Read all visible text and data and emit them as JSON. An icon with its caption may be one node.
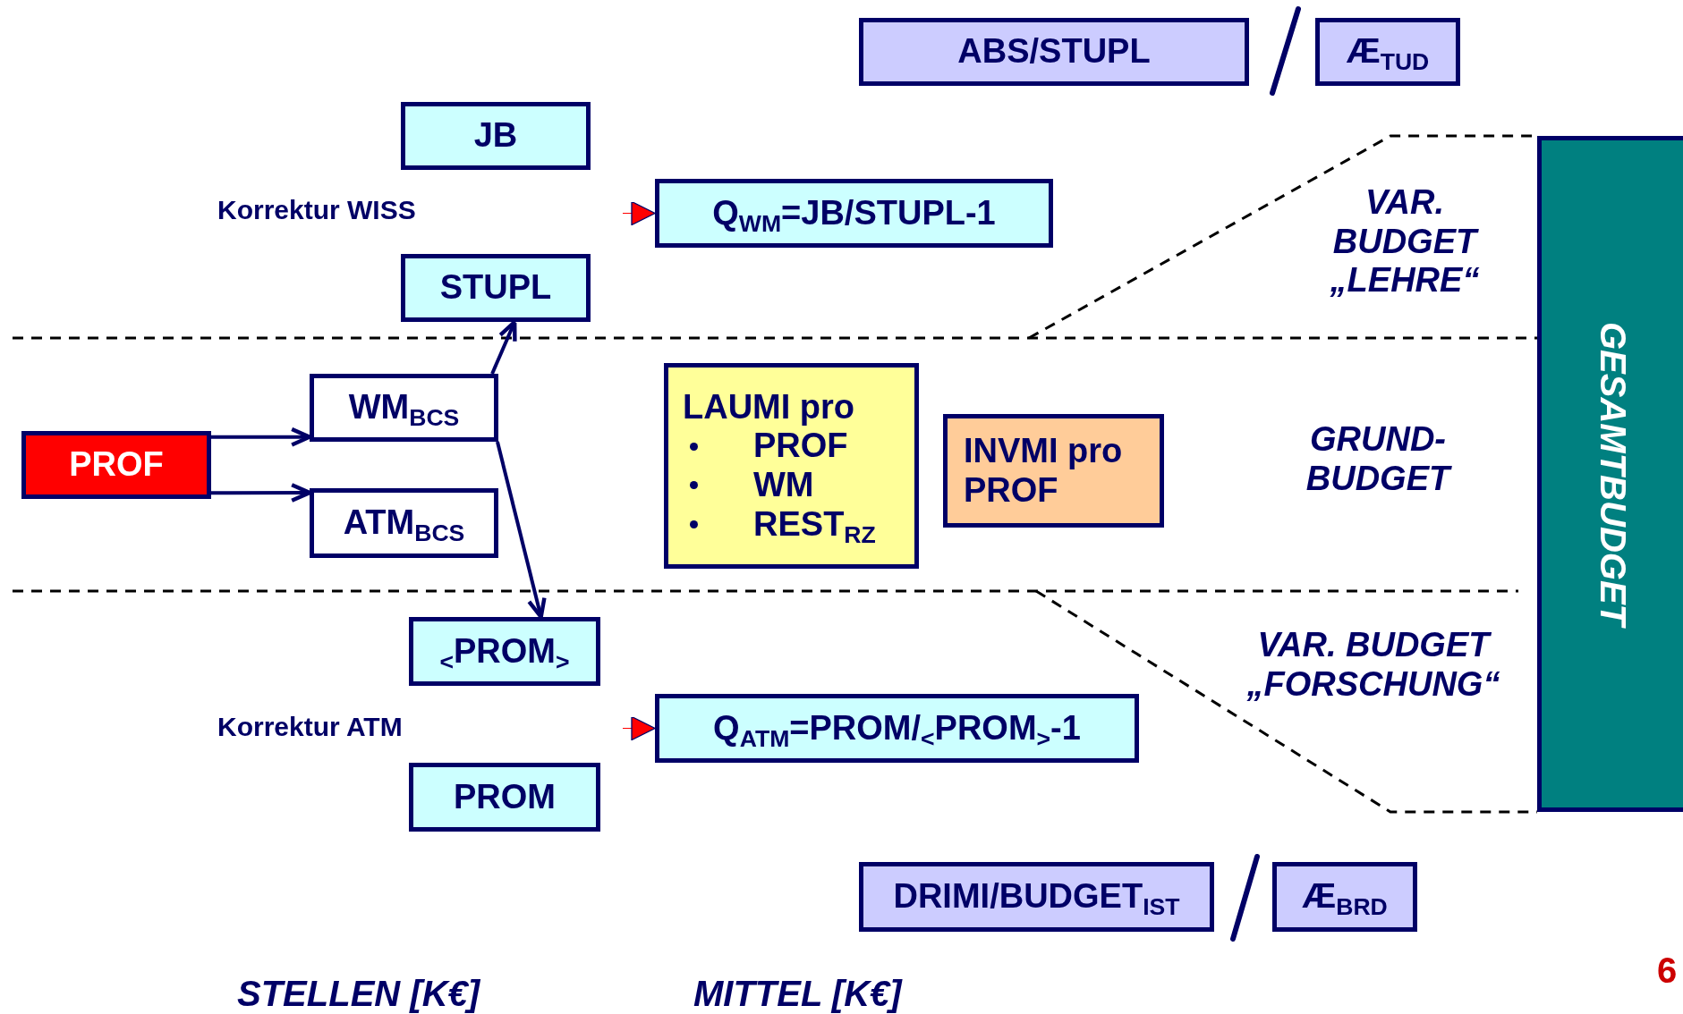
{
  "diagram": {
    "nodes": [
      {
        "text": [
          "ABS/STUPL"
        ]
      },
      {
        "text": [
          "Æ$_{TUD}$"
        ]
      },
      {
        "text": [
          "JB"
        ]
      },
      {
        "text": [
          "Q$_{WM}$=JB/STUPL-1"
        ]
      },
      {
        "text": [
          "STUPL"
        ]
      },
      {
        "text": [
          "PROF"
        ]
      },
      {
        "text": [
          "WM$_{BCS}$"
        ]
      },
      {
        "text": [
          "ATM$_{BCS}$"
        ]
      },
      {
        "text": [
          "LAUMI pro",
          "PROF",
          "WM",
          "REST$_{RZ}$"
        ]
      },
      {
        "text": [
          "INVMI pro PROF"
        ]
      },
      {
        "text": [
          "GESAMTBUDGET"
        ]
      },
      {
        "text": [
          "$_{<}$PROM$_{>}$"
        ]
      },
      {
        "text": [
          "Q$_{ATM}$=PROM/$_{<}$PROM$_{>}$-1"
        ]
      },
      {
        "text": [
          "PROM"
        ]
      },
      {
        "text": [
          "DRIMI/BUDGET$_{IST}$"
        ]
      },
      {
        "text": [
          "Æ$_{BRD}$"
        ]
      }
    ],
    "edges": [
      {
        "from": 5,
        "to": 6,
        "arrow": "to"
      },
      {
        "from": 5,
        "to": 7,
        "arrow": "to"
      },
      {
        "from": 6,
        "to": 4,
        "arrow": "to"
      },
      {
        "from": 6,
        "to": 11,
        "arrow": "to"
      },
      {
        "from": null,
        "to": 3,
        "arrow": "to",
        "color": "#ff0000"
      },
      {
        "from": null,
        "to": 12,
        "arrow": "to",
        "color": "#ff0000"
      }
    ],
    "labels": [
      "Korrektur WISS",
      "Korrektur ATM",
      "VAR. BUDGET „LEHRE“",
      "GRUND-BUDGET",
      "VAR. BUDGET „FORSCHUNG“",
      "STELLEN [K€]",
      "MITTEL [K€]",
      "6"
    ]
  }
}
